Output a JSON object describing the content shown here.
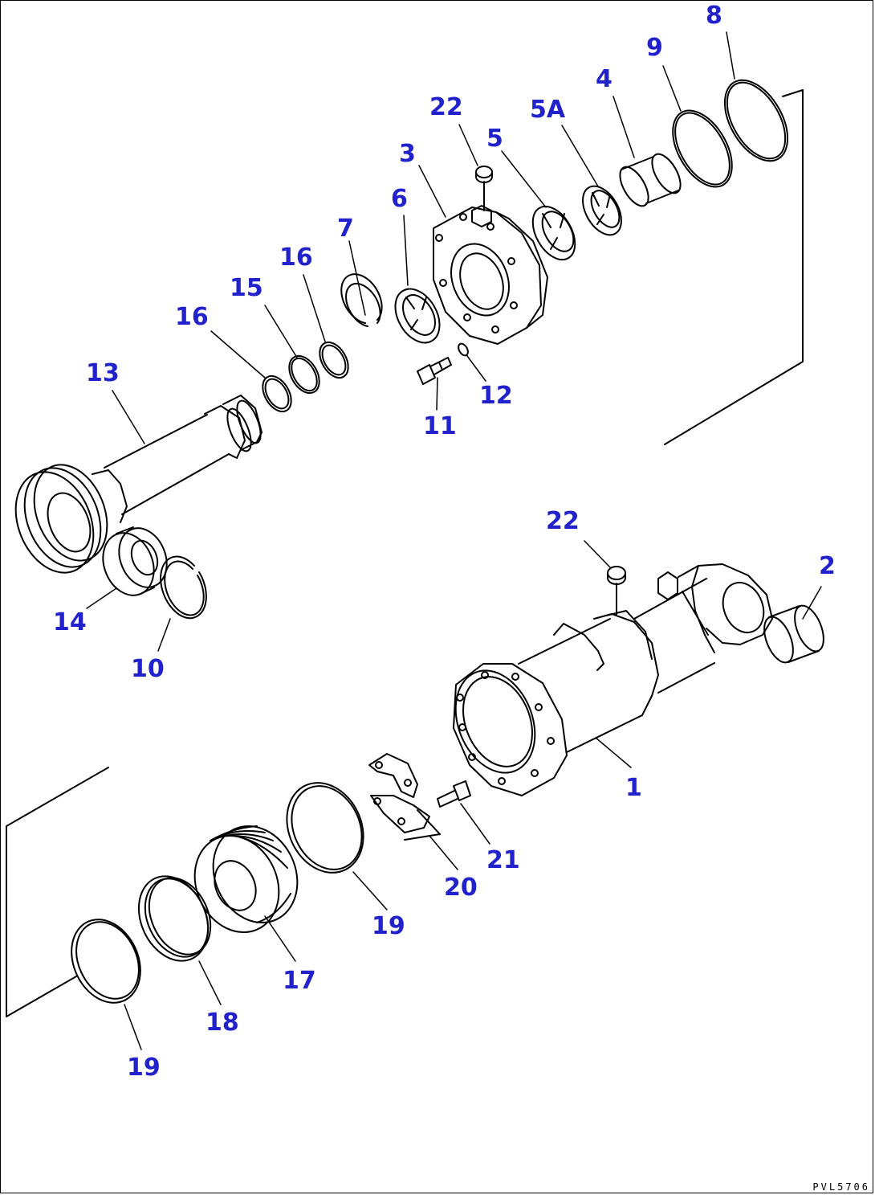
{
  "drawing_code": "PVL5706",
  "colors": {
    "label": "#2222cc",
    "line": "#000000",
    "background": "#ffffff"
  },
  "labels": [
    {
      "id": "l8",
      "text": "8"
    },
    {
      "id": "l9",
      "text": "9"
    },
    {
      "id": "l4",
      "text": "4"
    },
    {
      "id": "l5A",
      "text": "5A"
    },
    {
      "id": "l22a",
      "text": "22"
    },
    {
      "id": "l5",
      "text": "5"
    },
    {
      "id": "l3",
      "text": "3"
    },
    {
      "id": "l6",
      "text": "6"
    },
    {
      "id": "l7",
      "text": "7"
    },
    {
      "id": "l16a",
      "text": "16"
    },
    {
      "id": "l15",
      "text": "15"
    },
    {
      "id": "l16b",
      "text": "16"
    },
    {
      "id": "l13",
      "text": "13"
    },
    {
      "id": "l12",
      "text": "12"
    },
    {
      "id": "l11",
      "text": "11"
    },
    {
      "id": "l22b",
      "text": "22"
    },
    {
      "id": "l2",
      "text": "2"
    },
    {
      "id": "l14",
      "text": "14"
    },
    {
      "id": "l10",
      "text": "10"
    },
    {
      "id": "l1",
      "text": "1"
    },
    {
      "id": "l21",
      "text": "21"
    },
    {
      "id": "l20",
      "text": "20"
    },
    {
      "id": "l19a",
      "text": "19"
    },
    {
      "id": "l17",
      "text": "17"
    },
    {
      "id": "l18",
      "text": "18"
    },
    {
      "id": "l19b",
      "text": "19"
    }
  ]
}
